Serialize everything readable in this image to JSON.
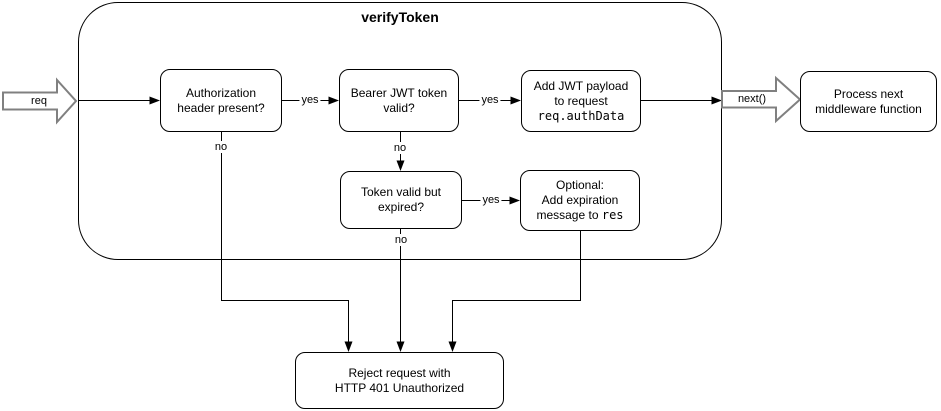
{
  "diagram": {
    "title": "verifyToken",
    "colors": {
      "background": "#ffffff",
      "node_fill": "#ffffff",
      "node_stroke": "#000000",
      "connector": "#000000",
      "block_arrow_stroke": "#808080"
    }
  },
  "nodes": {
    "auth": {
      "lines": [
        "Authorization",
        "header present?"
      ]
    },
    "bearer": {
      "lines": [
        "Bearer JWT token",
        "valid?"
      ]
    },
    "add_payload": {
      "lines": [
        "Add JWT payload",
        "to request"
      ],
      "code": "req.authData"
    },
    "process_next": {
      "lines": [
        "Process next",
        "middleware function"
      ]
    },
    "token_expired": {
      "lines": [
        "Token valid but",
        "expired?"
      ]
    },
    "optional_expiration": {
      "lines": [
        "Optional:",
        "Add expiration"
      ],
      "line3_text": "message to",
      "line3_code": "res"
    },
    "reject": {
      "lines": [
        "Reject request with",
        "HTTP 401 Unauthorized"
      ]
    }
  },
  "edges": {
    "req_label": "req",
    "next_label": "next()",
    "auth_to_bearer": "yes",
    "bearer_to_payload": "yes",
    "token_to_optional": "yes",
    "auth_no": "no",
    "bearer_no": "no",
    "token_no": "no"
  }
}
